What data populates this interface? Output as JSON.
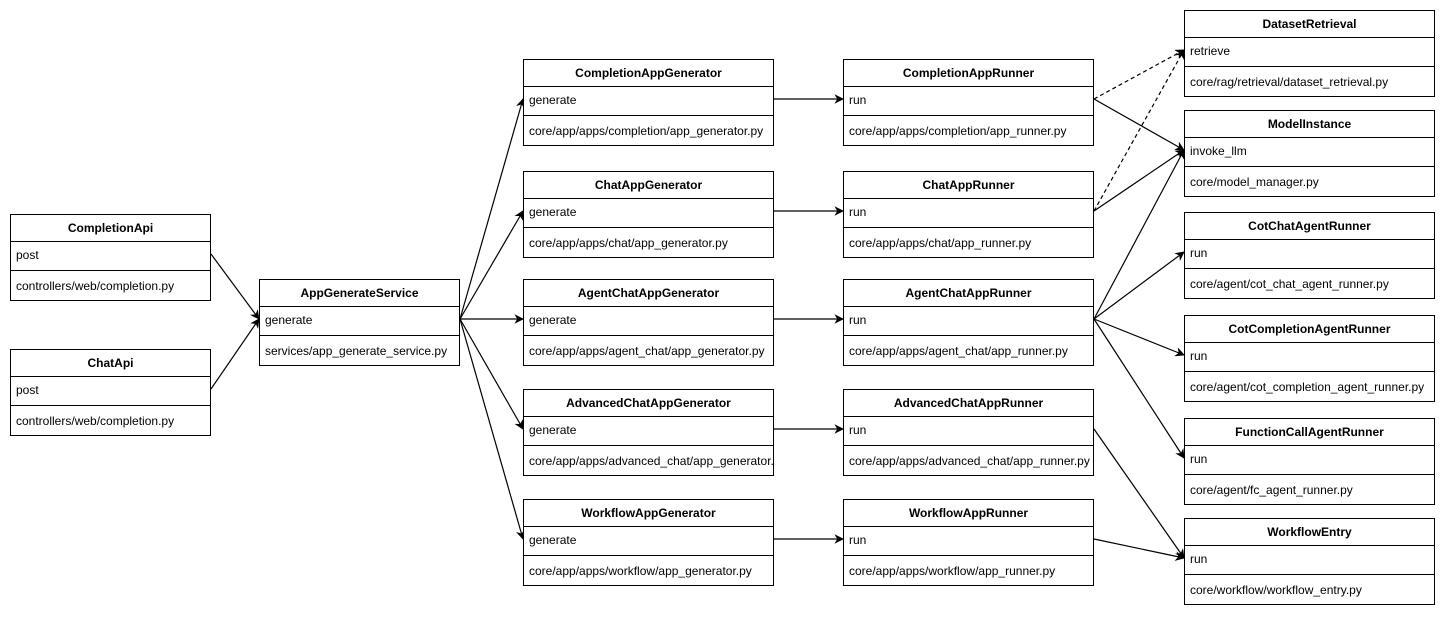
{
  "classes": {
    "completion_api": {
      "name": "CompletionApi",
      "method": "post",
      "file": "controllers/web/completion.py"
    },
    "chat_api": {
      "name": "ChatApi",
      "method": "post",
      "file": "controllers/web/completion.py"
    },
    "app_generate_service": {
      "name": "AppGenerateService",
      "method": "generate",
      "file": "services/app_generate_service.py"
    },
    "completion_app_generator": {
      "name": "CompletionAppGenerator",
      "method": "generate",
      "file": "core/app/apps/completion/app_generator.py"
    },
    "chat_app_generator": {
      "name": "ChatAppGenerator",
      "method": "generate",
      "file": "core/app/apps/chat/app_generator.py"
    },
    "agent_chat_app_generator": {
      "name": "AgentChatAppGenerator",
      "method": "generate",
      "file": "core/app/apps/agent_chat/app_generator.py"
    },
    "advanced_chat_app_generator": {
      "name": "AdvancedChatAppGenerator",
      "method": "generate",
      "file": "core/app/apps/advanced_chat/app_generator.py"
    },
    "workflow_app_generator": {
      "name": "WorkflowAppGenerator",
      "method": "generate",
      "file": "core/app/apps/workflow/app_generator.py"
    },
    "completion_app_runner": {
      "name": "CompletionAppRunner",
      "method": "run",
      "file": "core/app/apps/completion/app_runner.py"
    },
    "chat_app_runner": {
      "name": "ChatAppRunner",
      "method": "run",
      "file": "core/app/apps/chat/app_runner.py"
    },
    "agent_chat_app_runner": {
      "name": "AgentChatAppRunner",
      "method": "run",
      "file": "core/app/apps/agent_chat/app_runner.py"
    },
    "advanced_chat_app_runner": {
      "name": "AdvancedChatAppRunner",
      "method": "run",
      "file": "core/app/apps/advanced_chat/app_runner.py"
    },
    "workflow_app_runner": {
      "name": "WorkflowAppRunner",
      "method": "run",
      "file": "core/app/apps/workflow/app_runner.py"
    },
    "dataset_retrieval": {
      "name": "DatasetRetrieval",
      "method": "retrieve",
      "file": "core/rag/retrieval/dataset_retrieval.py"
    },
    "model_instance": {
      "name": "ModelInstance",
      "method": "invoke_llm",
      "file": "core/model_manager.py"
    },
    "cot_chat_agent_runner": {
      "name": "CotChatAgentRunner",
      "method": "run",
      "file": "core/agent/cot_chat_agent_runner.py"
    },
    "cot_completion_agent_runner": {
      "name": "CotCompletionAgentRunner",
      "method": "run",
      "file": "core/agent/cot_completion_agent_runner.py"
    },
    "function_call_agent_runner": {
      "name": "FunctionCallAgentRunner",
      "method": "run",
      "file": "core/agent/fc_agent_runner.py"
    },
    "workflow_entry": {
      "name": "WorkflowEntry",
      "method": "run",
      "file": "core/workflow/workflow_entry.py"
    }
  },
  "edges": [
    {
      "from": "completion_api",
      "to": "app_generate_service",
      "style": "solid"
    },
    {
      "from": "chat_api",
      "to": "app_generate_service",
      "style": "solid"
    },
    {
      "from": "app_generate_service",
      "to": "completion_app_generator",
      "style": "solid"
    },
    {
      "from": "app_generate_service",
      "to": "chat_app_generator",
      "style": "solid"
    },
    {
      "from": "app_generate_service",
      "to": "agent_chat_app_generator",
      "style": "solid"
    },
    {
      "from": "app_generate_service",
      "to": "advanced_chat_app_generator",
      "style": "solid"
    },
    {
      "from": "app_generate_service",
      "to": "workflow_app_generator",
      "style": "solid"
    },
    {
      "from": "completion_app_generator",
      "to": "completion_app_runner",
      "style": "solid"
    },
    {
      "from": "chat_app_generator",
      "to": "chat_app_runner",
      "style": "solid"
    },
    {
      "from": "agent_chat_app_generator",
      "to": "agent_chat_app_runner",
      "style": "solid"
    },
    {
      "from": "advanced_chat_app_generator",
      "to": "advanced_chat_app_runner",
      "style": "solid"
    },
    {
      "from": "workflow_app_generator",
      "to": "workflow_app_runner",
      "style": "solid"
    },
    {
      "from": "completion_app_runner",
      "to": "dataset_retrieval",
      "style": "dashed"
    },
    {
      "from": "chat_app_runner",
      "to": "dataset_retrieval",
      "style": "dashed"
    },
    {
      "from": "completion_app_runner",
      "to": "model_instance",
      "style": "solid"
    },
    {
      "from": "chat_app_runner",
      "to": "model_instance",
      "style": "solid"
    },
    {
      "from": "agent_chat_app_runner",
      "to": "model_instance",
      "style": "solid"
    },
    {
      "from": "agent_chat_app_runner",
      "to": "cot_chat_agent_runner",
      "style": "solid"
    },
    {
      "from": "agent_chat_app_runner",
      "to": "cot_completion_agent_runner",
      "style": "solid"
    },
    {
      "from": "agent_chat_app_runner",
      "to": "function_call_agent_runner",
      "style": "solid"
    },
    {
      "from": "advanced_chat_app_runner",
      "to": "workflow_entry",
      "style": "solid"
    },
    {
      "from": "workflow_app_runner",
      "to": "workflow_entry",
      "style": "solid"
    }
  ]
}
